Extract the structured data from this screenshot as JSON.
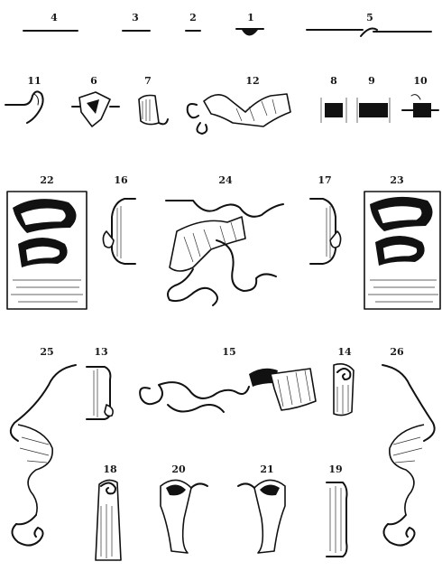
{
  "figure_labels": {
    "f1": "1",
    "f2": "2",
    "f3": "3",
    "f4": "4",
    "f5": "5",
    "f6": "6",
    "f7": "7",
    "f8": "8",
    "f9": "9",
    "f10": "10",
    "f11": "11",
    "f12": "12",
    "f13": "13",
    "f14": "14",
    "f15": "15",
    "f16": "16",
    "f17": "17",
    "f18": "18",
    "f19": "19",
    "f20": "20",
    "f21": "21",
    "f22": "22",
    "f23": "23",
    "f24": "24",
    "f25": "25",
    "f26": "26"
  }
}
